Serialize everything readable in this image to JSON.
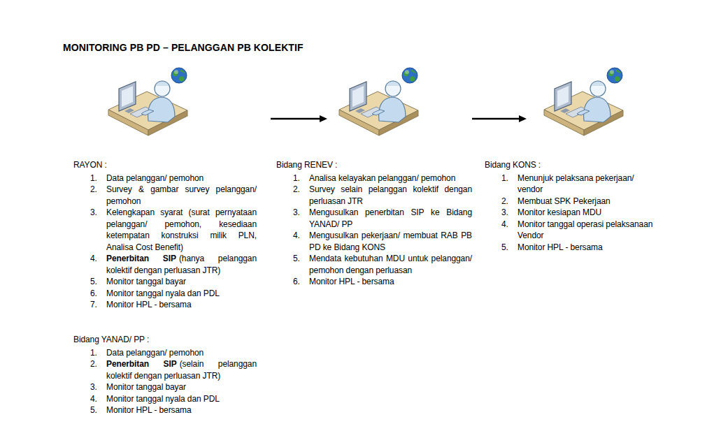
{
  "diagram": {
    "title": "MONITORING PB PD – PELANGGAN PB KOLEKTIF",
    "nodes": [
      {
        "text": [
          "RAYON :",
          "1.",
          "Data pelanggan/ pemohon",
          "2.",
          "Survey & gambar survey pelanggan/ pemohon",
          "3.",
          "Kelengkapan syarat (surat pernyataan pelanggan/ pemohon, kesediaan ketempatan konstruksi milik PLN, Analisa Cost Benefit)",
          "4.",
          "Penerbitan SIP",
          "(hanya pelanggan kolektif dengan perluasan JTR)",
          "5.",
          "Monitor tanggal bayar",
          "6.",
          "Monitor tanggal nyala dan PDL",
          "7.",
          "Monitor HPL - bersama"
        ]
      },
      {
        "text": [
          "Bidang RENEV :",
          "1.",
          "Analisa kelayakan pelanggan/ pemohon",
          "2.",
          "Survey selain pelanggan kolektif dengan perluasan JTR",
          "3.",
          "Mengusulkan penerbitan SIP ke Bidang YANAD/ PP",
          "4.",
          "Mengusulkan pekerjaan/ membuat RAB PB PD ke Bidang KONS",
          "5.",
          "Mendata kebutuhan MDU untuk pelanggan/ pemohon dengan perluasan",
          "6.",
          "Monitor HPL - bersama"
        ]
      },
      {
        "text": [
          "Bidang KONS :",
          "1.",
          "Menunjuk pelaksana pekerjaan/ vendor",
          "2.",
          "Membuat SPK Pekerjaan",
          "3.",
          "Monitor kesiapan MDU",
          "4.",
          "Monitor tanggal operasi pelaksanaan Vendor",
          "5.",
          "Monitor HPL - bersama"
        ]
      },
      {
        "text": [
          "Bidang YANAD/ PP :",
          "1.",
          "Data pelanggan/ pemohon",
          "2.",
          "Penerbitan SIP",
          "(selain pelanggan kolektif dengan perluasan JTR)",
          "3.",
          "Monitor tanggal bayar",
          "4.",
          "Monitor tanggal nyala dan PDL",
          "5.",
          "Monitor HPL - bersama"
        ]
      }
    ],
    "edges": [
      {
        "from": 0,
        "to": 1,
        "arrow": "to"
      },
      {
        "from": 1,
        "to": 2,
        "arrow": "to"
      }
    ]
  }
}
